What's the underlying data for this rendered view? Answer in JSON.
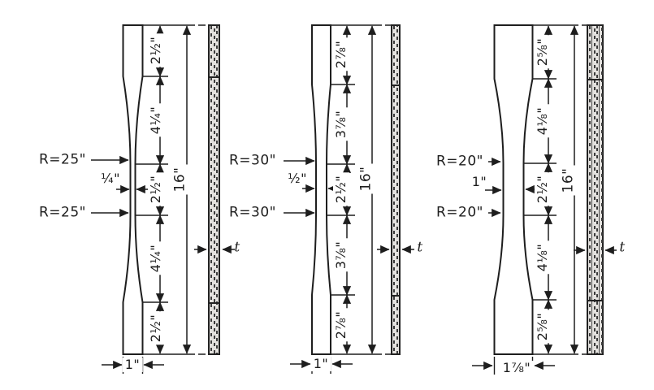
{
  "figure_name": "tension-test-specimen-drawings",
  "colors": {
    "ink": "#1e1e1e",
    "paper": "#ffffff",
    "strip_fill": "#e4e2df"
  },
  "specimens": [
    {
      "radius_top": "R=25\"",
      "radius_bottom": "R=25\"",
      "segments": [
        "2½\"",
        "4¼\"",
        "2½\"",
        "4¼\"",
        "2½\""
      ],
      "overall": "16\"",
      "gauge_width": "¼\"",
      "grip_width": "1\"",
      "thickness": "t"
    },
    {
      "radius_top": "R=30\"",
      "radius_bottom": "R=30\"",
      "segments": [
        "2⅞\"",
        "3⅞\"",
        "2½\"",
        "3⅞\"",
        "2⅞\""
      ],
      "overall": "16\"",
      "gauge_width": "½\"",
      "grip_width": "1\"",
      "thickness": "t"
    },
    {
      "radius_top": "R=20\"",
      "radius_bottom": "R=20\"",
      "segments": [
        "2⅝\"",
        "4⅛\"",
        "2½\"",
        "4⅛\"",
        "2⅝\""
      ],
      "overall": "16\"",
      "gauge_width": "1\"",
      "grip_width": "1⅞\"",
      "thickness": "t"
    }
  ]
}
